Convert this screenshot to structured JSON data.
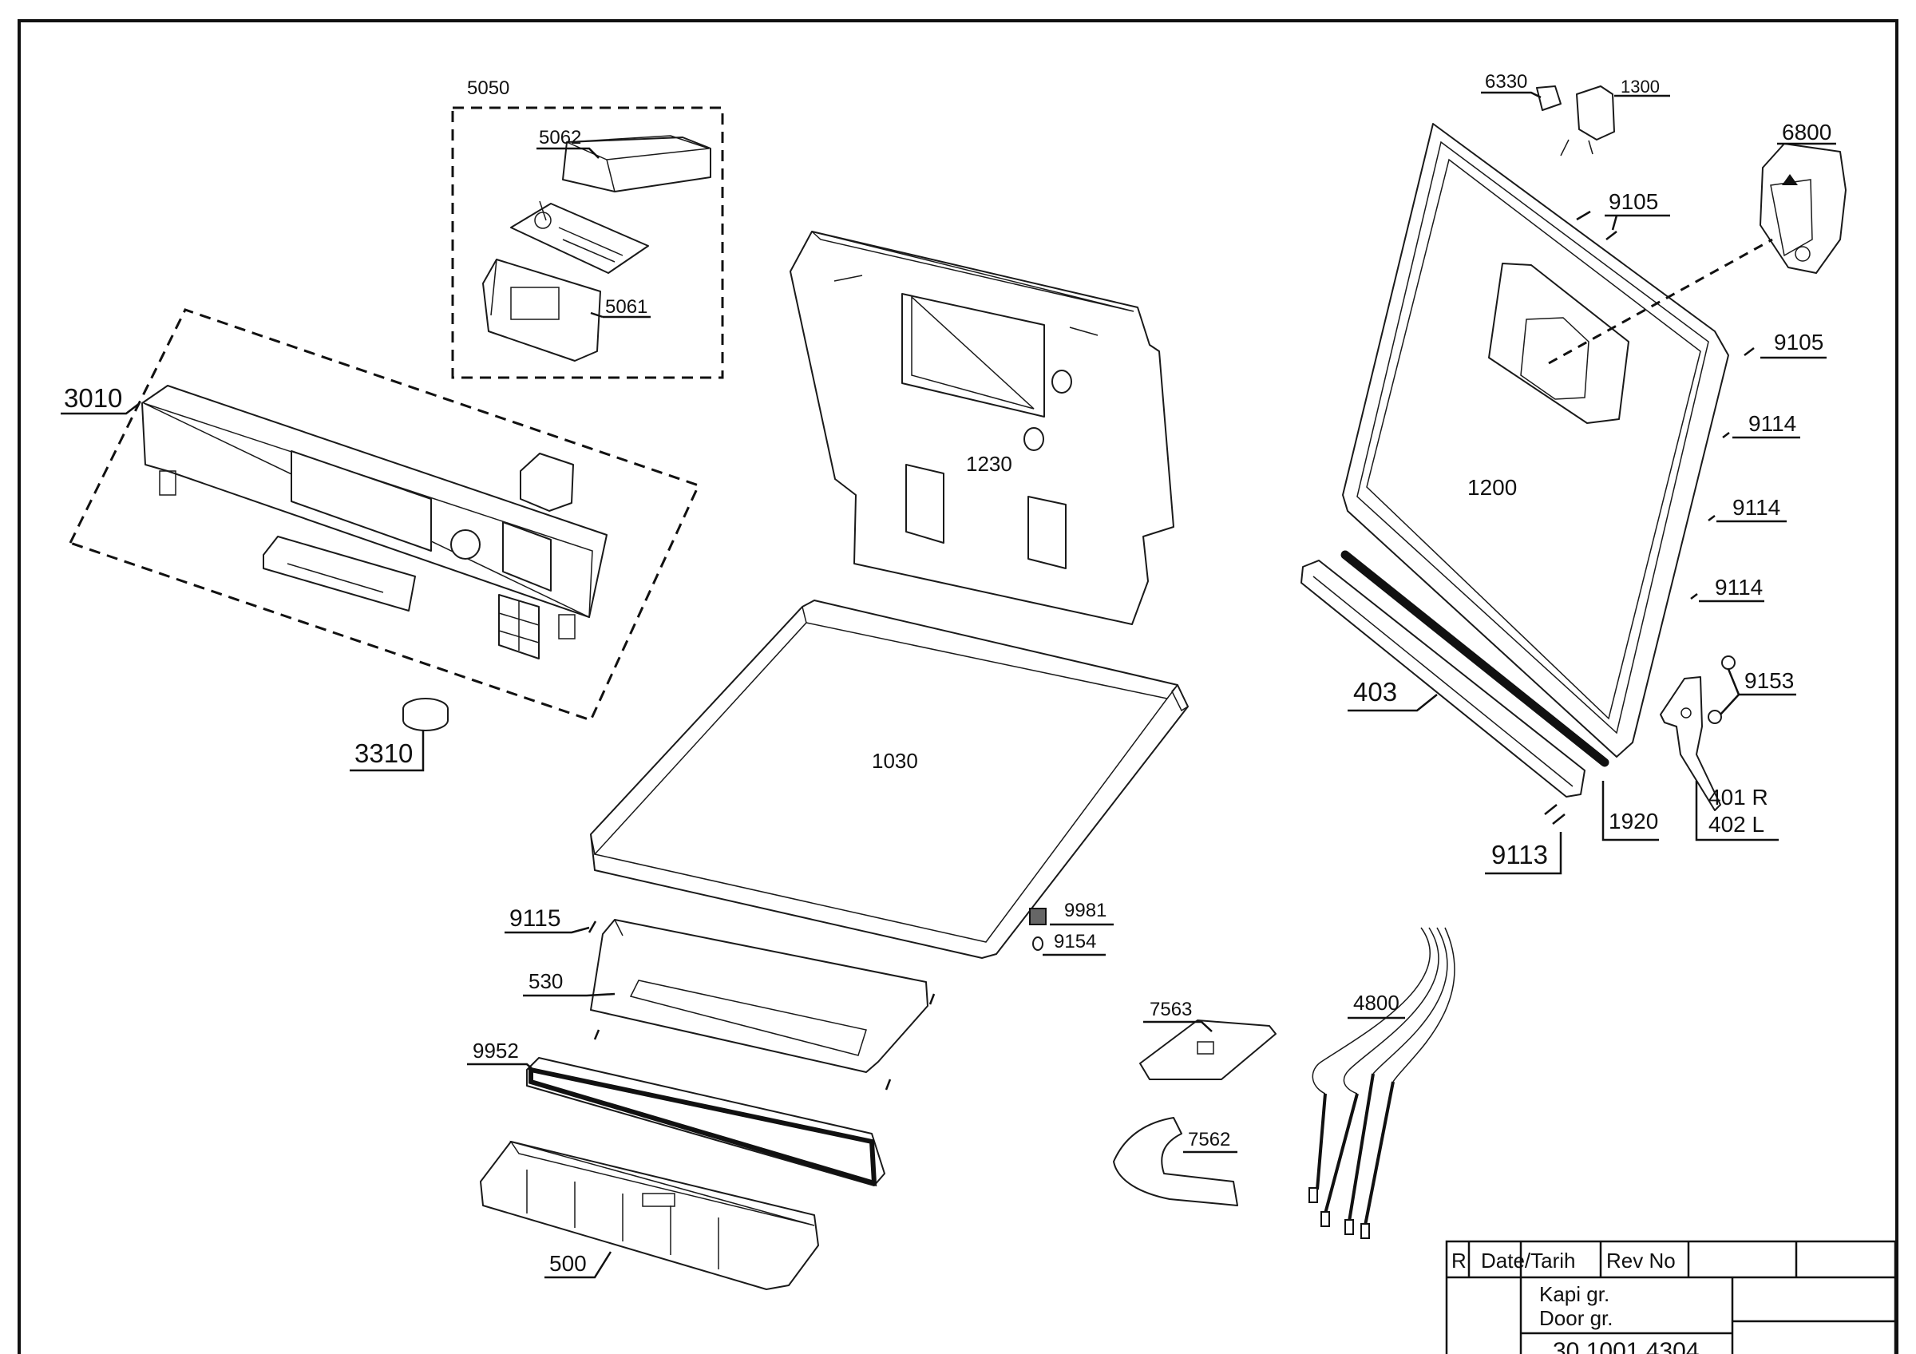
{
  "labels": {
    "l5050": "5050",
    "l5062": "5062",
    "l5061": "5061",
    "l3010": "3010",
    "l3310": "3310",
    "l1230": "1230",
    "l1030": "1030",
    "l6330": "6330",
    "l1300": "1300",
    "l6800": "6800",
    "l9105a": "9105",
    "l9105b": "9105",
    "l1200": "1200",
    "l9114a": "9114",
    "l9114b": "9114",
    "l9114c": "9114",
    "l9153": "9153",
    "l403": "403",
    "l1920": "1920",
    "l401r": "401 R",
    "l402l": "402 L",
    "l9113": "9113",
    "l9115": "9115",
    "l530": "530",
    "l9981": "9981",
    "l9154": "9154",
    "l9952": "9952",
    "l500": "500",
    "l7563": "7563",
    "l7562": "7562",
    "l4800": "4800"
  },
  "title_block": {
    "rev_mark": "R",
    "date_header": "Date/Tarih",
    "rev_header": "Rev No",
    "name_line1": "Kapi gr.",
    "name_line2": "Door gr.",
    "part_number": "30 1001 4304"
  },
  "colors": {
    "line": "#111111",
    "background": "#ffffff"
  }
}
